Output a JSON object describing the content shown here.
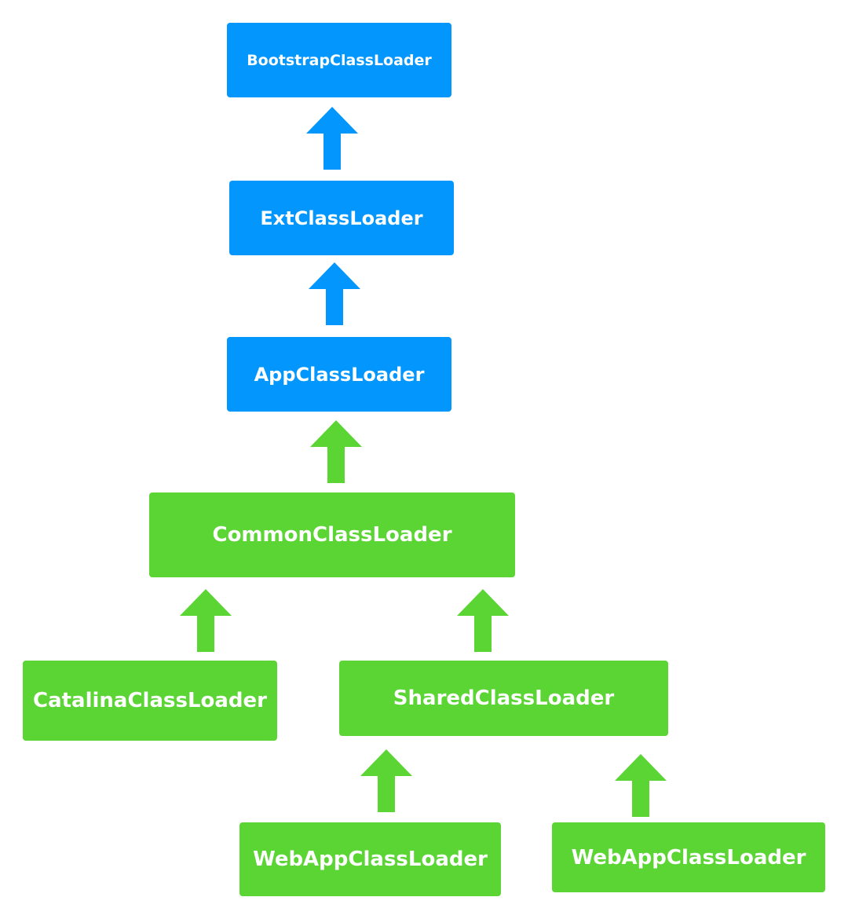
{
  "colors": {
    "jvm_loader": "#0396fc",
    "tomcat_loader": "#5ad534",
    "background": "#ffffff",
    "text": "#ffffff"
  },
  "nodes": {
    "bootstrap": "BootstrapClassLoader",
    "ext": "ExtClassLoader",
    "app": "AppClassLoader",
    "common": "CommonClassLoader",
    "catalina": "CatalinaClassLoader",
    "shared": "SharedClassLoader",
    "webapp_1": "WebAppClassLoader",
    "webapp_2": "WebAppClassLoader"
  },
  "edges": [
    {
      "from": "ext",
      "to": "bootstrap",
      "icon": "arrow-up-icon",
      "color": "#0396fc"
    },
    {
      "from": "app",
      "to": "ext",
      "icon": "arrow-up-icon",
      "color": "#0396fc"
    },
    {
      "from": "common",
      "to": "app",
      "icon": "arrow-up-icon",
      "color": "#5ad534"
    },
    {
      "from": "catalina",
      "to": "common",
      "icon": "arrow-up-icon",
      "color": "#5ad534"
    },
    {
      "from": "shared",
      "to": "common",
      "icon": "arrow-up-icon",
      "color": "#5ad534"
    },
    {
      "from": "webapp_1",
      "to": "shared",
      "icon": "arrow-up-icon",
      "color": "#5ad534"
    },
    {
      "from": "webapp_2",
      "to": "shared",
      "icon": "arrow-up-icon",
      "color": "#5ad534"
    }
  ]
}
